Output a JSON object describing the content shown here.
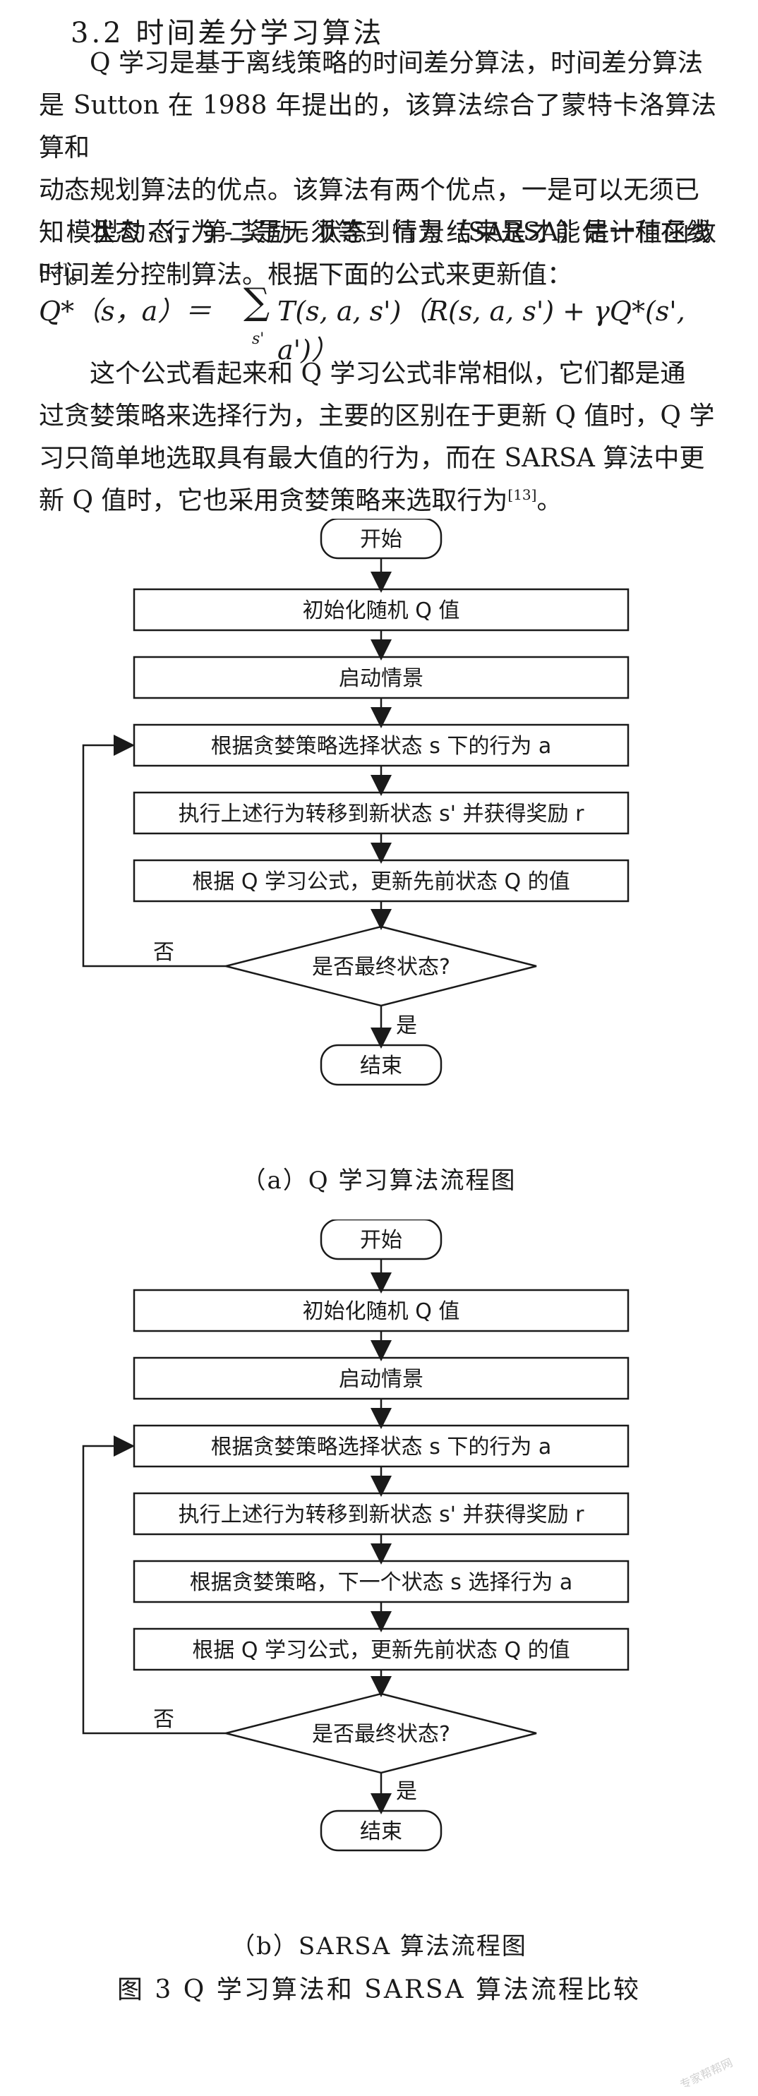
{
  "section": {
    "title": "3.2 时间差分学习算法"
  },
  "paragraph1": {
    "l1": "Q 学习是基于离线策略的时间差分算法，时间差分算法",
    "l2": "是 Sutton 在 1988 年提出的，该算法综合了蒙特卡洛算法算和",
    "l3": "动态规划算法的优点。该算法有两个优点，一是可以无须已",
    "l4": "知模型动态，第二是无须等到情景结束是才能估计值函数",
    "ref": "[12]",
    "end": "。"
  },
  "paragraph2": {
    "l1": "状态 - 行为 - 奖励 - 状态 - 行为（SARSA）是一种在线",
    "l2": "时间差分控制算法。根据下面的公式来更新值："
  },
  "formula": {
    "lhs": "Q*（s，a）＝",
    "sum": "∑",
    "sub": "s'",
    "rhs": "T(s, a, s')（R(s, a, s') + γQ*(s', a')）"
  },
  "paragraph3": {
    "l1": "这个公式看起来和 Q 学习公式非常相似，它们都是通",
    "l2": "过贪婪策略来选择行为，主要的区别在于更新 Q 值时，Q 学",
    "l3": "习只简单地选取具有最大值的行为，而在 SARSA 算法中更",
    "l4": "新 Q 值时，它也采用贪婪策略来选取行为",
    "ref": "[13]",
    "end": "。"
  },
  "flow_a": {
    "start": "开始",
    "steps": [
      "初始化随机 Q 值",
      "启动情景",
      "根据贪婪策略选择状态 s 下的行为 a",
      "执行上述行为转移到新状态 s' 并获得奖励 r",
      "根据 Q 学习公式，更新先前状态 Q 的值"
    ],
    "decision": "是否最终状态?",
    "no_label": "否",
    "yes_label": "是",
    "end": "结束",
    "caption": "（a）Q 学习算法流程图"
  },
  "flow_b": {
    "start": "开始",
    "steps": [
      "初始化随机 Q 值",
      "启动情景",
      "根据贪婪策略选择状态 s 下的行为 a",
      "执行上述行为转移到新状态 s' 并获得奖励 r",
      "根据贪婪策略，下一个状态 s 选择行为 a",
      "根据 Q 学习公式，更新先前状态 Q 的值"
    ],
    "decision": "是否最终状态?",
    "no_label": "否",
    "yes_label": "是",
    "end": "结束",
    "caption": "（b）SARSA 算法流程图"
  },
  "figure": {
    "caption": "图 3 Q 学习算法和 SARSA 算法流程比较"
  },
  "watermark": {
    "text": "专家帮帮网"
  }
}
